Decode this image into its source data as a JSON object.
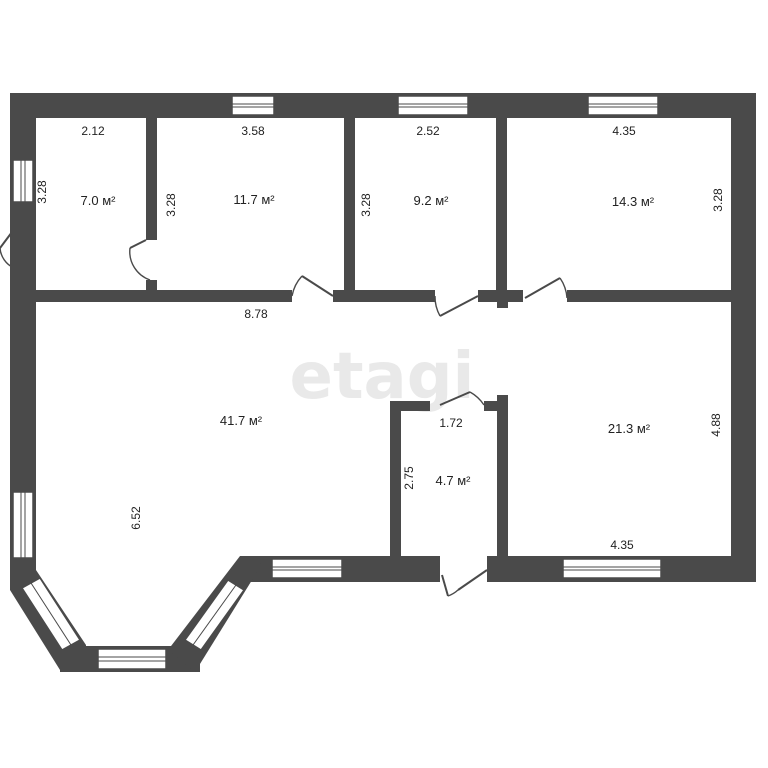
{
  "watermark": "etagi",
  "rooms": [
    {
      "id": "room1",
      "area": "7.0 м²",
      "width": "2.12",
      "depth": "3.28"
    },
    {
      "id": "room2",
      "area": "11.7 м²",
      "width": "3.58",
      "depth": "3.28"
    },
    {
      "id": "room3",
      "area": "9.2 м²",
      "width": "2.52",
      "depth": "3.28"
    },
    {
      "id": "room4",
      "area": "14.3 м²",
      "width": "4.35",
      "depth": "3.28"
    },
    {
      "id": "room5",
      "area": "41.7 м²",
      "width": "8.78",
      "depth": "6.52"
    },
    {
      "id": "room6",
      "area": "4.7 м²",
      "width": "1.72",
      "depth": "2.75"
    },
    {
      "id": "room7",
      "area": "21.3 м²",
      "width": "4.35",
      "depth": "4.88"
    }
  ]
}
